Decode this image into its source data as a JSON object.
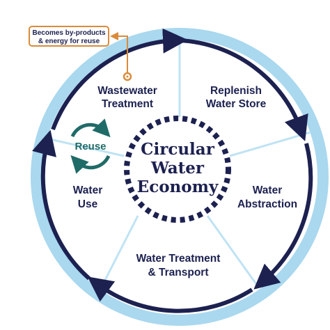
{
  "center": {
    "line1": "Circular",
    "line2": "Water",
    "line3": "Economy"
  },
  "segments": {
    "wastewater": {
      "line1": "Wastewater",
      "line2": "Treatment"
    },
    "replenish": {
      "line1": "Replenish",
      "line2": "Water Store"
    },
    "abstraction": {
      "line1": "Water",
      "line2": "Abstraction"
    },
    "treatment": {
      "line1": "Water Treatment",
      "line2": "& Transport"
    },
    "use": {
      "line1": "Water",
      "line2": "Use"
    }
  },
  "reuse": {
    "label": "Reuse"
  },
  "callout": {
    "line1": "Becomes by-products",
    "line2": "& energy for reuse"
  },
  "colors": {
    "navy": "#1c2150",
    "light_blue": "#a9d8ef",
    "divider_blue": "#bfe3f4",
    "teal": "#1f6b68",
    "orange": "#d98b3a"
  }
}
